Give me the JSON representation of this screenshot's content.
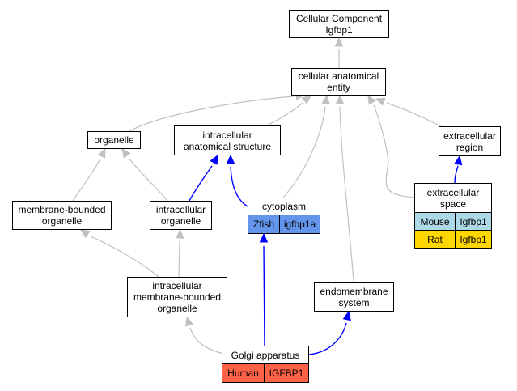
{
  "nodes": {
    "cellular_component": {
      "line1": "Cellular Component",
      "line2": "Igfbp1"
    },
    "cellular_anatomical_entity": {
      "line1": "cellular anatomical",
      "line2": "entity"
    },
    "organelle": {
      "label": "organelle"
    },
    "intracellular_anatomical_structure": {
      "line1": "intracellular",
      "line2": "anatomical structure"
    },
    "extracellular_region": {
      "line1": "extracellular",
      "line2": "region"
    },
    "membrane_bounded_organelle": {
      "line1": "membrane-bounded",
      "line2": "organelle"
    },
    "intracellular_organelle": {
      "line1": "intracellular",
      "line2": "organelle"
    },
    "cytoplasm": {
      "label": "cytoplasm"
    },
    "extracellular_space": {
      "line1": "extracellular",
      "line2": "space"
    },
    "intracellular_membrane_bounded_organelle": {
      "line1": "intracellular",
      "line2": "membrane-bounded",
      "line3": "organelle"
    },
    "endomembrane_system": {
      "line1": "endomembrane",
      "line2": "system"
    },
    "golgi_apparatus": {
      "label": "Golgi apparatus"
    }
  },
  "annotations": {
    "cytoplasm": [
      {
        "species": "Zfish",
        "gene": "igfbp1a",
        "color": "#6495ed"
      }
    ],
    "extracellular_space": [
      {
        "species": "Mouse",
        "gene": "Igfbp1",
        "color": "#add8e6"
      },
      {
        "species": "Rat",
        "gene": "Igfbp1",
        "color": "#ffd700"
      }
    ],
    "golgi_apparatus": [
      {
        "species": "Human",
        "gene": "IGFBP1",
        "color": "#ff6347"
      }
    ]
  },
  "colors": {
    "is_a_edge": "#c0c0c0",
    "part_of_edge": "#0000ff"
  }
}
